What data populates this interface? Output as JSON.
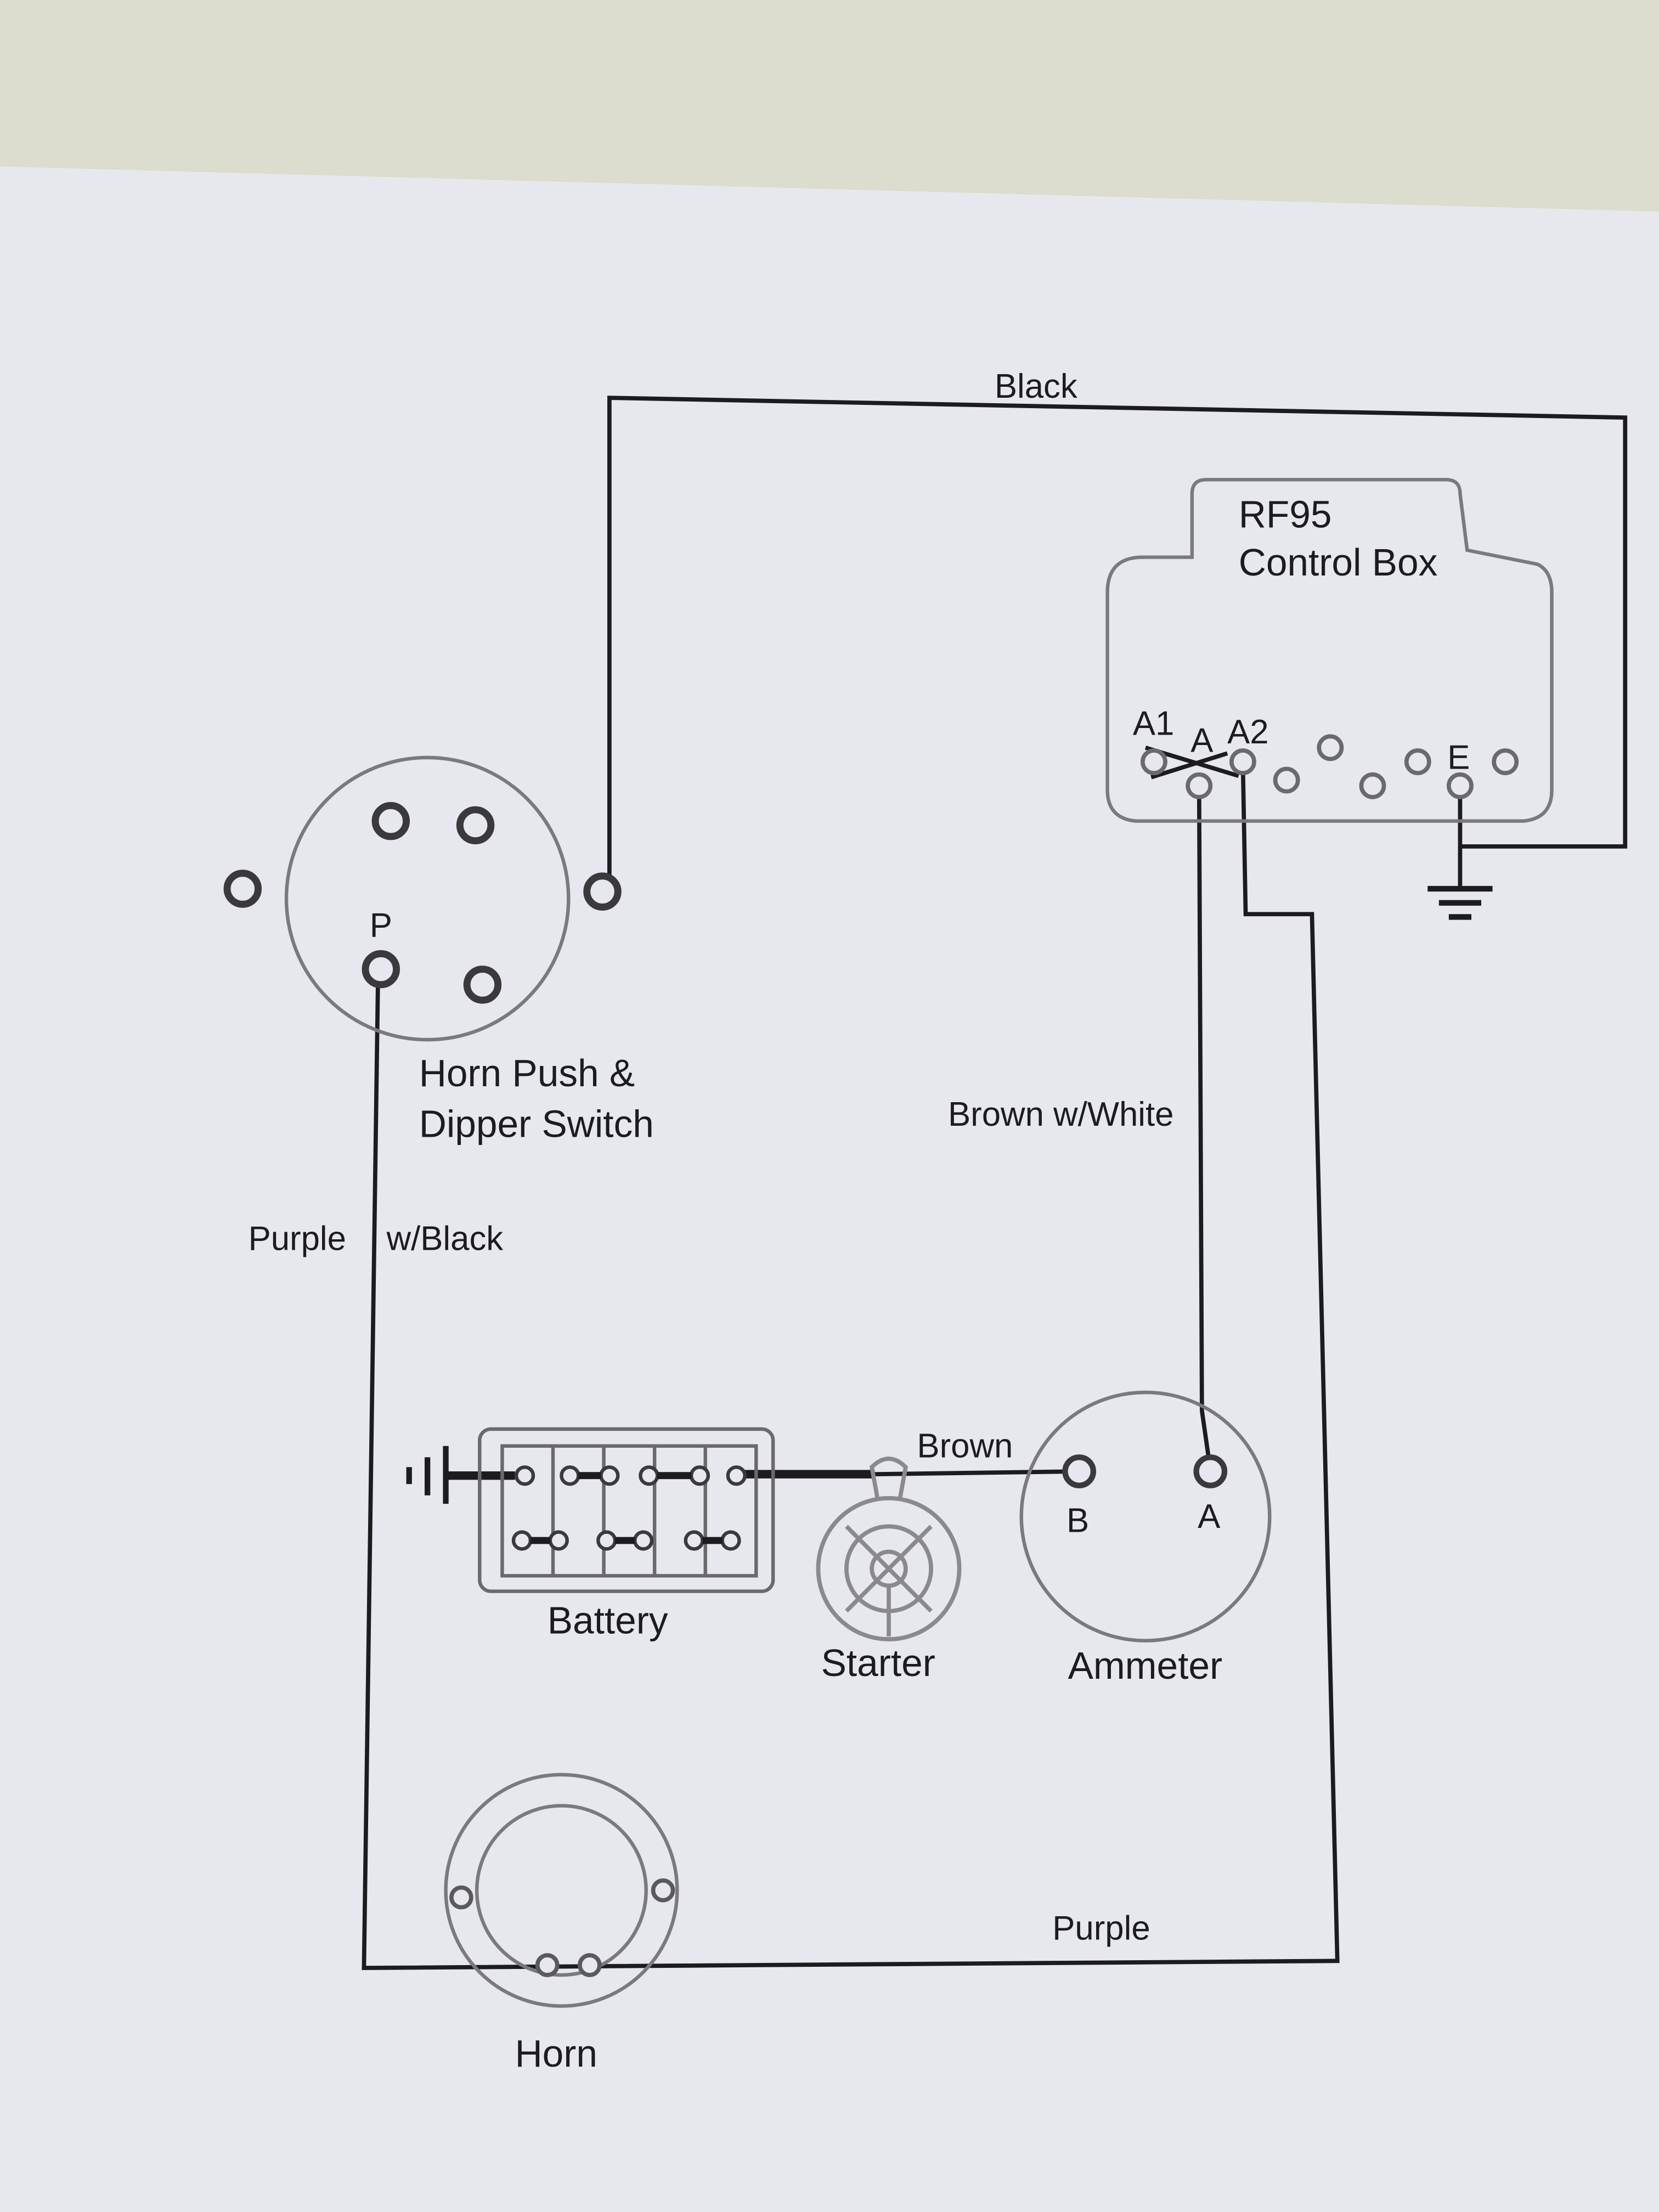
{
  "wires": {
    "black": "Black",
    "brown_white": "Brown w/White",
    "purple_black_1": "Purple",
    "purple_black_2": "w/Black",
    "brown": "Brown",
    "purple": "Purple"
  },
  "control_box": {
    "title_line1": "RF95",
    "title_line2": "Control Box",
    "terminals": {
      "a1": "A1",
      "a": "A",
      "a2": "A2",
      "e": "E"
    }
  },
  "horn_switch": {
    "label_line1": "Horn Push &",
    "label_line2": "Dipper Switch",
    "terminal_p": "P"
  },
  "battery": {
    "label": "Battery"
  },
  "starter": {
    "label": "Starter"
  },
  "ammeter": {
    "label": "Ammeter",
    "terminal_b": "B",
    "terminal_a": "A"
  },
  "horn": {
    "label": "Horn"
  },
  "colors": {
    "paper": "#e7e8ed",
    "ink": "#1c1c1e",
    "component_gray": "#7a7a7c",
    "background": "#dcdccf"
  }
}
